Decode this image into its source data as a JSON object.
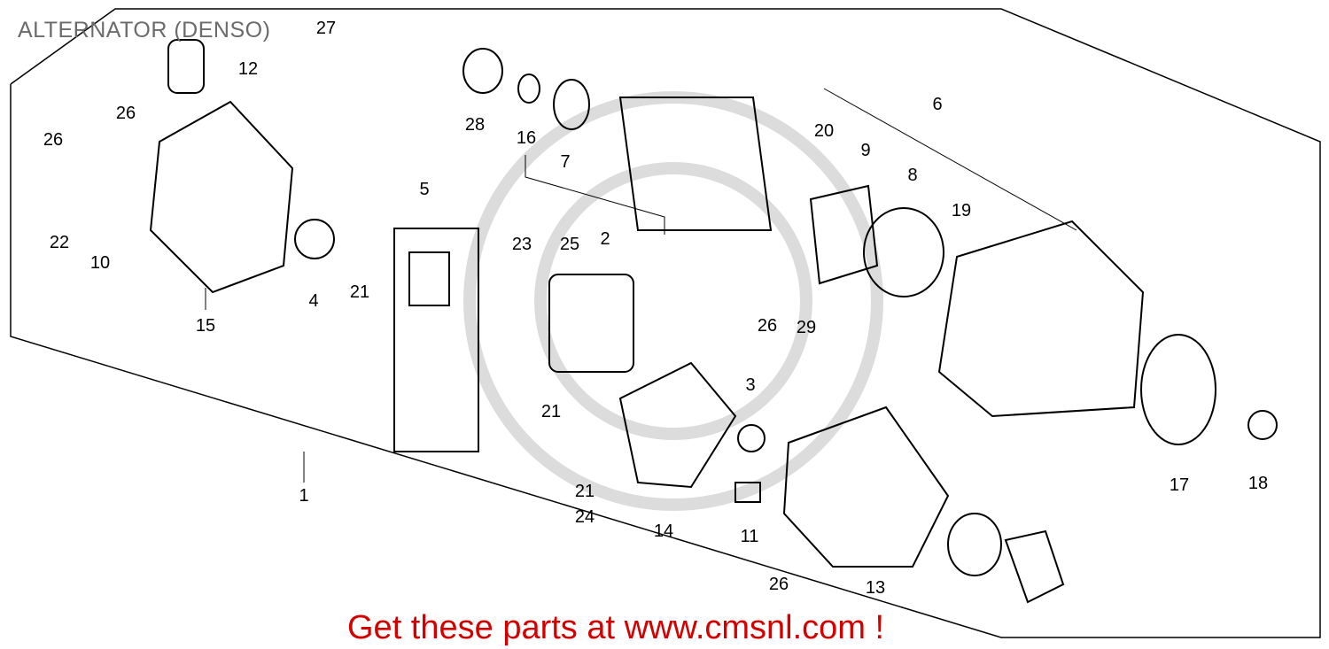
{
  "title": "ALTERNATOR (DENSO)",
  "footer": "Get these parts at www.cmsnl.com !",
  "colors": {
    "title": "#6b6b6b",
    "footer": "#d40000",
    "lines": "#000000",
    "watermark": "#d8d8d8"
  },
  "callouts": [
    "27",
    "12",
    "26",
    "26",
    "22",
    "10",
    "15",
    "4",
    "21",
    "5",
    "28",
    "16",
    "7",
    "2",
    "23",
    "25",
    "21",
    "21",
    "24",
    "14",
    "3",
    "11",
    "26",
    "29",
    "20",
    "9",
    "8",
    "6",
    "19",
    "26",
    "13",
    "17",
    "18",
    "1"
  ]
}
